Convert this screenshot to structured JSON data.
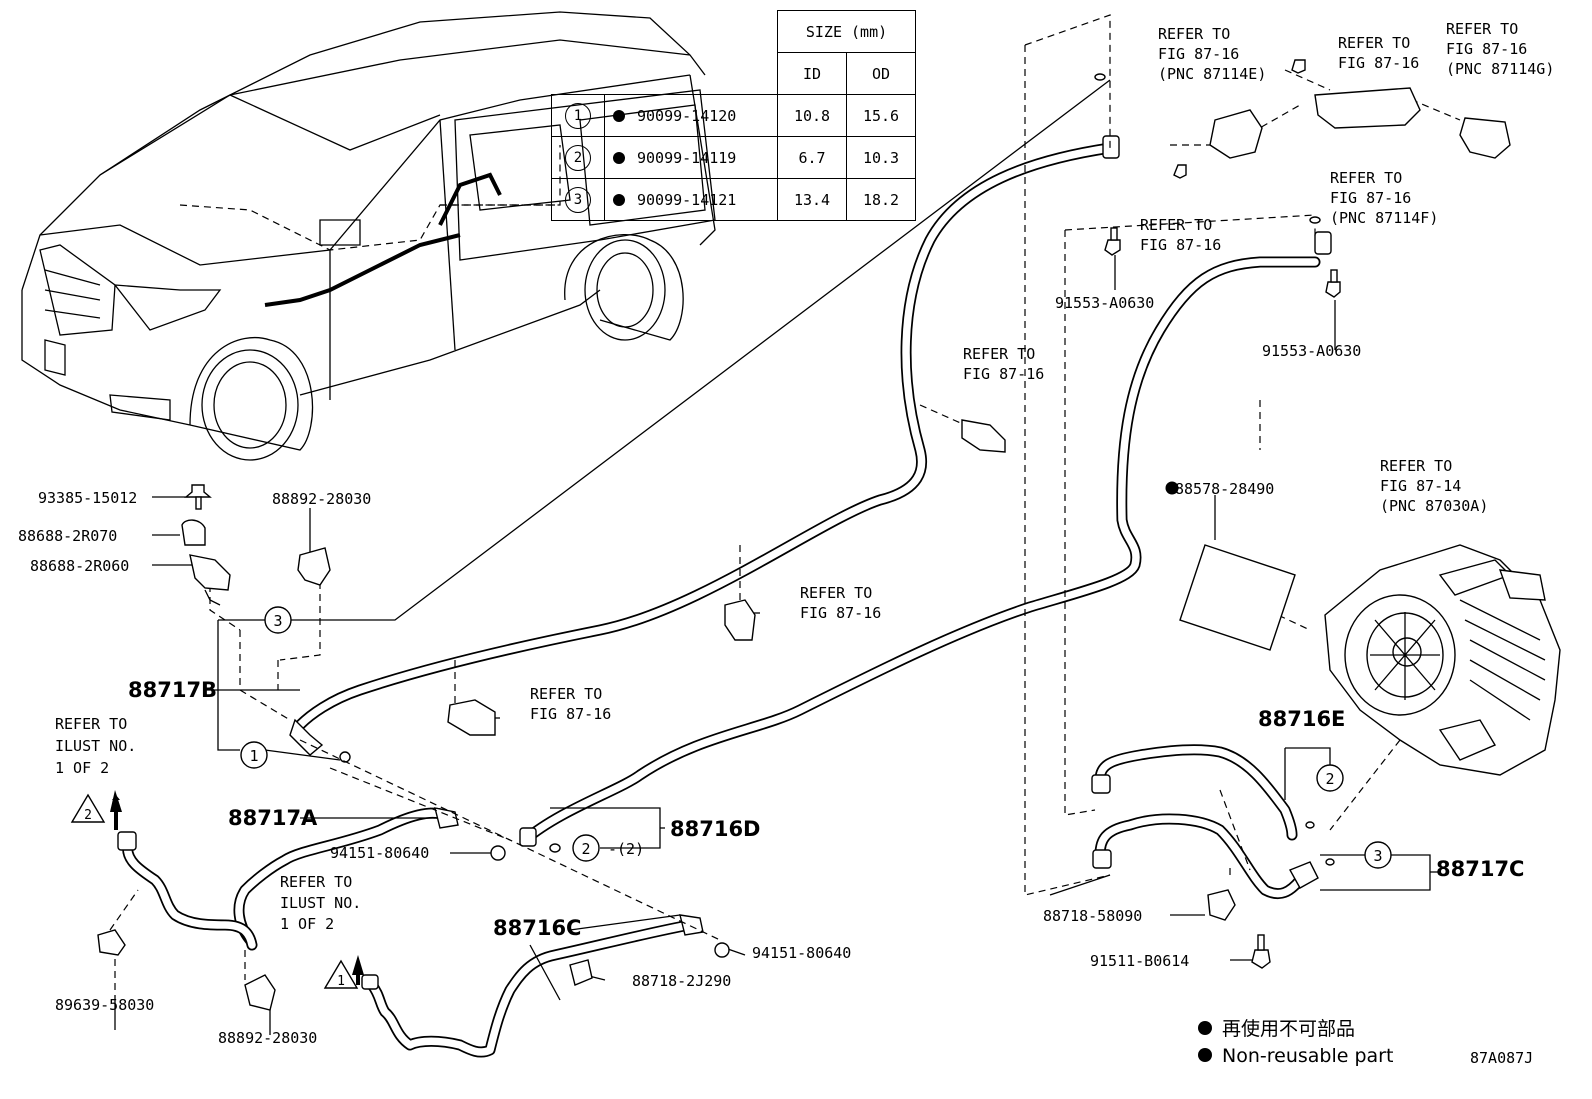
{
  "size_table": {
    "header": "SIZE (mm)",
    "col_id": "ID",
    "col_od": "OD",
    "rows": [
      {
        "key": "1",
        "part": "90099-14120",
        "id": "10.8",
        "od": "15.6"
      },
      {
        "key": "2",
        "part": "90099-14119",
        "id": "6.7",
        "od": "10.3"
      },
      {
        "key": "3",
        "part": "90099-14121",
        "id": "13.4",
        "od": "18.2"
      }
    ]
  },
  "labels": {
    "p93385": "93385-15012",
    "p88688a": "88688-2R070",
    "p88688b": "88688-2R060",
    "p88892a": "88892-28030",
    "p88892b": "88892-28030",
    "p88717B": "88717B",
    "p88717A": "88717A",
    "p88716C": "88716C",
    "p88716D": "88716D",
    "p88716E": "88716E",
    "p88717C": "88717C",
    "p94151a": "94151-80640",
    "p94151b": "94151-80640",
    "p88718a": "88718-2J290",
    "p88718b": "88718-58090",
    "p89639": "89639-58030",
    "p91553a": "91553-A0630",
    "p91553b": "91553-A0630",
    "p91511": "91511-B0614",
    "p88578": "88578-28490",
    "d2paren": "-(2)",
    "code": "87A087J"
  },
  "refs": {
    "r_87114e": [
      "REFER TO",
      "FIG 87-16",
      "(PNC 87114E)"
    ],
    "r_top": [
      "REFER TO",
      "FIG 87-16"
    ],
    "r_87114g": [
      "REFER TO",
      "FIG 87-16",
      "(PNC 87114G)"
    ],
    "r_87114f": [
      "REFER TO",
      "FIG 87-16",
      "(PNC 87114F)"
    ],
    "r_mid": [
      "REFER TO",
      "FIG 87-16"
    ],
    "r_left": [
      "REFER TO",
      "FIG 87-16"
    ],
    "r_87030a": [
      "REFER TO",
      "FIG 87-14",
      "(PNC 87030A)"
    ],
    "r_center": [
      "REFER TO",
      "FIG 87-16"
    ],
    "r_low": [
      "REFER TO",
      "FIG 87-16"
    ],
    "r_ilust_left": [
      "REFER TO",
      "ILUST NO.",
      "1 OF 2"
    ],
    "r_ilust_center": [
      "REFER TO",
      "ILUST NO.",
      "1 OF 2"
    ]
  },
  "markers": {
    "tri_left": "2",
    "tri_center": "1",
    "c1": "1",
    "c2": "2",
    "c2b": "2",
    "c3": "3",
    "c3b": "3"
  },
  "legend": {
    "line1": "再使用不可部品",
    "line2": "Non-reusable part"
  }
}
